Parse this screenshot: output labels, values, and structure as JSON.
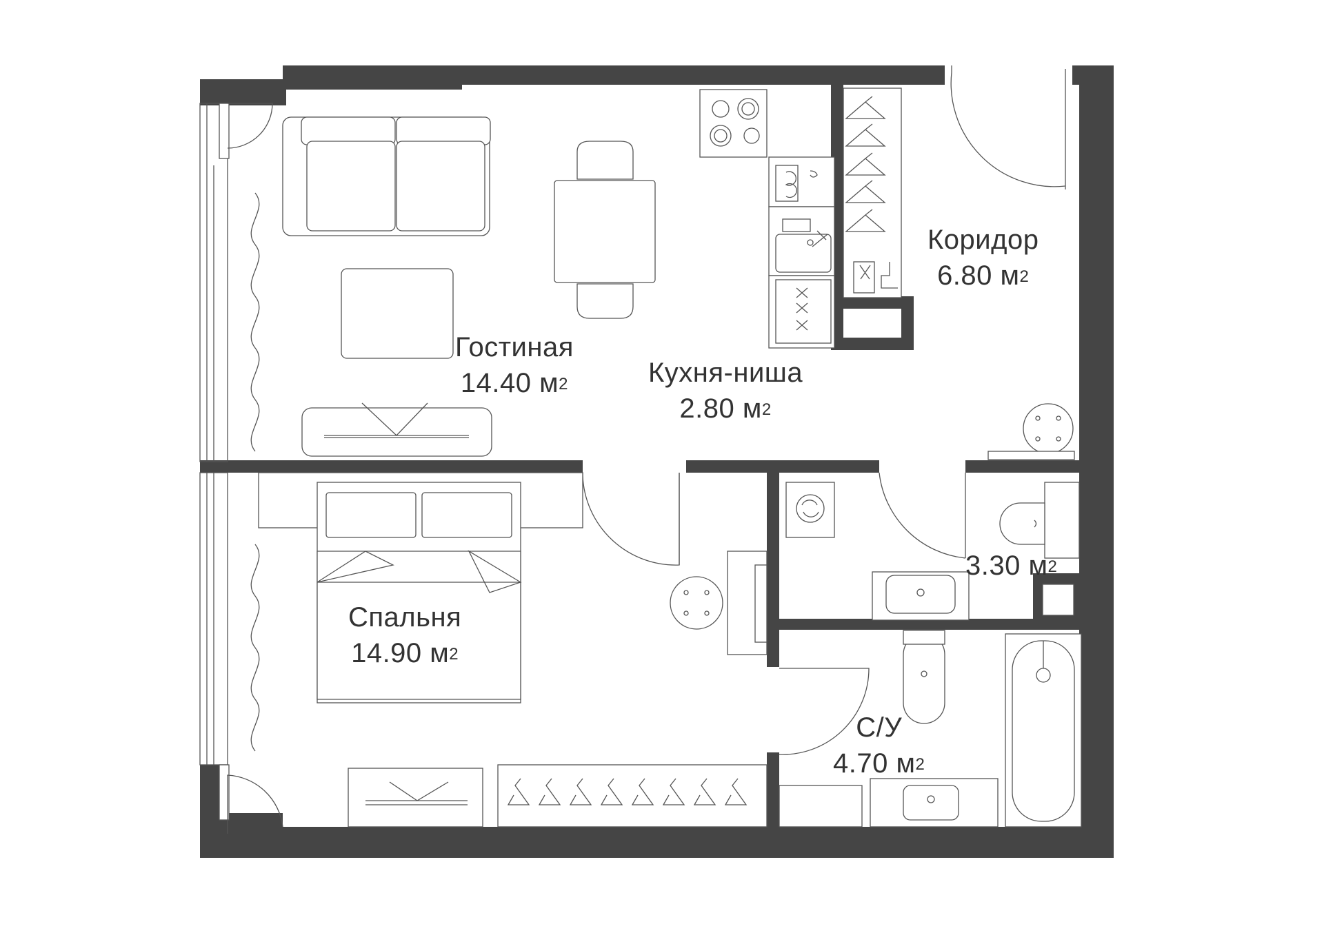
{
  "plan": {
    "wall_color": "#454545",
    "line_color": "#555555",
    "background": "#ffffff"
  },
  "rooms": {
    "living": {
      "name": "Гостиная",
      "area": "14.40 м",
      "unit_sup": "2"
    },
    "kitchen": {
      "name": "Кухня-ниша",
      "area": "2.80 м",
      "unit_sup": "2"
    },
    "corridor": {
      "name": "Коридор",
      "area": "6.80 м",
      "unit_sup": "2"
    },
    "bedroom": {
      "name": "Спальня",
      "area": "14.90 м",
      "unit_sup": "2"
    },
    "wc": {
      "name": "",
      "area": "3.30 м",
      "unit_sup": "2"
    },
    "bathroom": {
      "name": "С/У",
      "area": "4.70 м",
      "unit_sup": "2"
    }
  },
  "icons": [
    "sofa-icon",
    "dining-table-icon",
    "stove-icon",
    "washing-machine-icon",
    "sink-icon",
    "wardrobe-icon",
    "bed-icon",
    "toilet-icon",
    "bathtub-icon",
    "tv-stand-icon",
    "door-icon",
    "window-icon"
  ]
}
